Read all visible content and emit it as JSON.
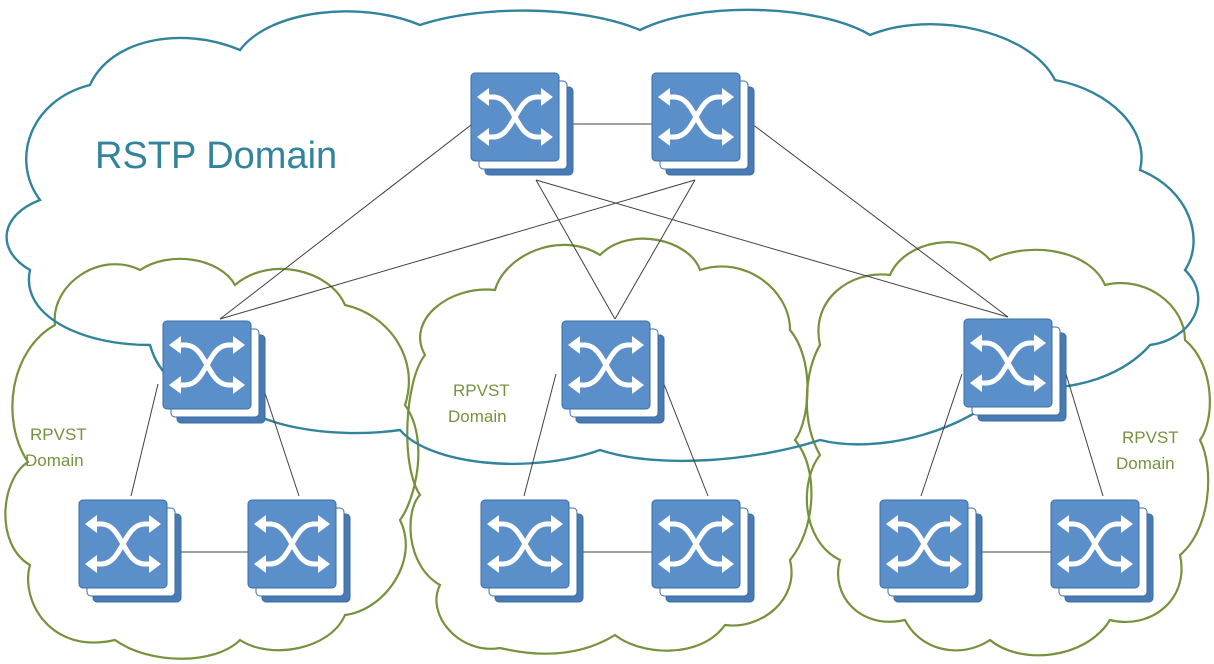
{
  "diagram": {
    "rstp_domain": {
      "label": "RSTP Domain"
    },
    "rpvst_domains": [
      {
        "line1": "RPVST",
        "line2": "Domain"
      },
      {
        "line1": "RPVST",
        "line2": "Domain"
      },
      {
        "line1": "RPVST",
        "line2": "Domain"
      }
    ]
  },
  "colors": {
    "rstp_cloud": "#31849b",
    "rpvst_cloud": "#76923c",
    "switch_front": "#5b8fc9",
    "switch_back": "#4f81bd",
    "switch_border": "#3a6ea5",
    "link": "#404040",
    "arrow": "#ffffff"
  },
  "switches": [
    {
      "id": "core-1"
    },
    {
      "id": "core-2"
    },
    {
      "id": "dist-left"
    },
    {
      "id": "dist-middle"
    },
    {
      "id": "dist-right"
    },
    {
      "id": "access-left-1"
    },
    {
      "id": "access-left-2"
    },
    {
      "id": "access-middle-1"
    },
    {
      "id": "access-middle-2"
    },
    {
      "id": "access-right-1"
    },
    {
      "id": "access-right-2"
    }
  ],
  "links": [
    [
      "core-1",
      "core-2"
    ],
    [
      "core-1",
      "dist-left"
    ],
    [
      "core-1",
      "dist-middle"
    ],
    [
      "core-1",
      "dist-right"
    ],
    [
      "core-2",
      "dist-left"
    ],
    [
      "core-2",
      "dist-middle"
    ],
    [
      "core-2",
      "dist-right"
    ],
    [
      "dist-left",
      "access-left-1"
    ],
    [
      "dist-left",
      "access-left-2"
    ],
    [
      "access-left-1",
      "access-left-2"
    ],
    [
      "dist-middle",
      "access-middle-1"
    ],
    [
      "dist-middle",
      "access-middle-2"
    ],
    [
      "access-middle-1",
      "access-middle-2"
    ],
    [
      "dist-right",
      "access-right-1"
    ],
    [
      "dist-right",
      "access-right-2"
    ],
    [
      "access-right-1",
      "access-right-2"
    ]
  ]
}
